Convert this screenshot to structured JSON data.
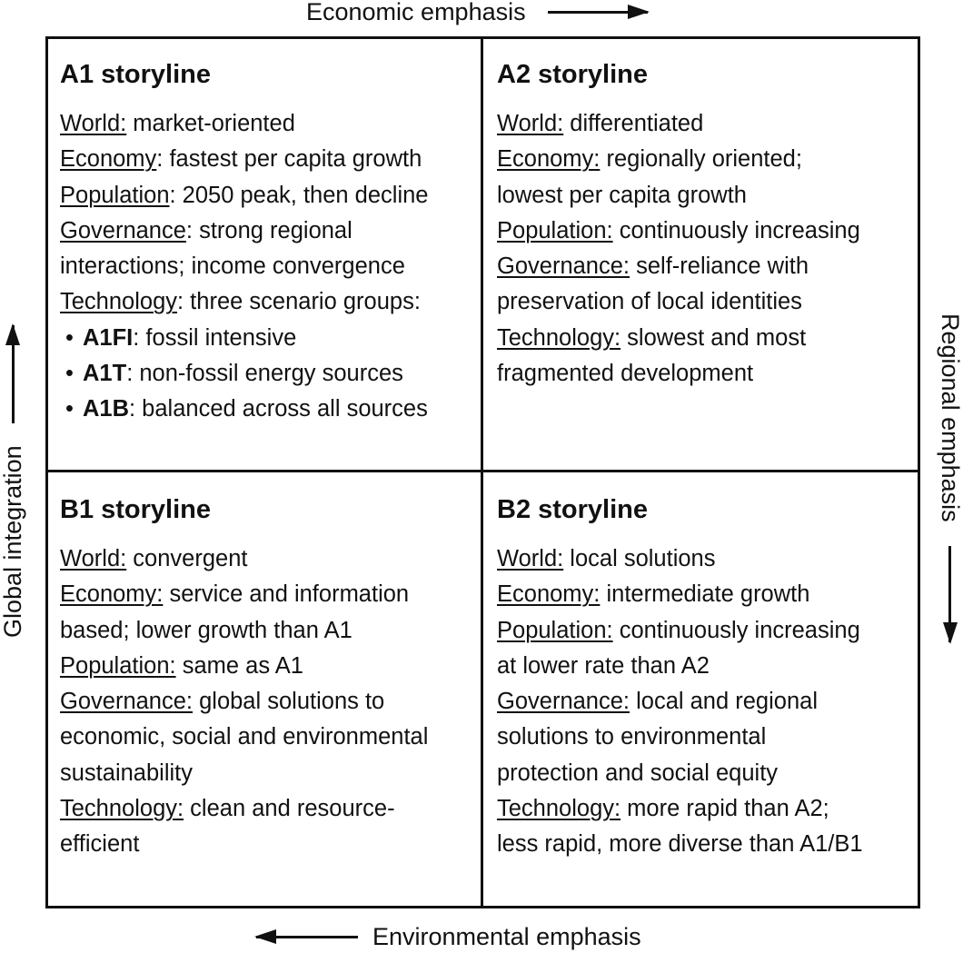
{
  "axes": {
    "top": "Economic emphasis",
    "bottom": "Environmental emphasis",
    "left": "Global integration",
    "right": "Regional emphasis"
  },
  "quadrants": [
    {
      "id": "a1",
      "title": "A1 storyline",
      "lines": [
        {
          "u": "World:",
          "t": " market-oriented"
        },
        {
          "u": "Economy",
          "t": ": fastest per capita growth"
        },
        {
          "u": "Population",
          "t": ": 2050 peak, then decline"
        },
        {
          "u": "Governance",
          "t": ": strong regional"
        },
        {
          "t": "interactions; income convergence"
        },
        {
          "u": "Technology",
          "t": ": three scenario groups:"
        },
        {
          "bullet": "•",
          "b": "A1FI",
          "t": ": fossil intensive"
        },
        {
          "bullet": "•",
          "b": "A1T",
          "t": ": non-fossil energy sources"
        },
        {
          "bullet": "•",
          "b": "A1B",
          "t": ": balanced across all sources"
        }
      ]
    },
    {
      "id": "a2",
      "title": "A2 storyline",
      "lines": [
        {
          "u": "World:",
          "t": " differentiated"
        },
        {
          "u": "Economy:",
          "t": " regionally oriented;"
        },
        {
          "t": "lowest per capita growth"
        },
        {
          "u": "Population:",
          "t": " continuously increasing"
        },
        {
          "u": "Governance:",
          "t": " self-reliance with"
        },
        {
          "t": "preservation of local identities"
        },
        {
          "u": "Technology:",
          "t": " slowest and most"
        },
        {
          "t": "fragmented development"
        }
      ]
    },
    {
      "id": "b1",
      "title": "B1 storyline",
      "lines": [
        {
          "u": "World:",
          "t": " convergent"
        },
        {
          "u": "Economy:",
          "t": " service and information"
        },
        {
          "t": "based; lower growth than A1"
        },
        {
          "u": "Population:",
          "t": " same as A1"
        },
        {
          "u": "Governance:",
          "t": " global solutions to"
        },
        {
          "t": "economic, social and environmental"
        },
        {
          "t": "sustainability"
        },
        {
          "u": "Technology:",
          "t": " clean and resource-"
        },
        {
          "t": "efficient"
        }
      ]
    },
    {
      "id": "b2",
      "title": "B2 storyline",
      "lines": [
        {
          "u": "World:",
          "t": " local solutions"
        },
        {
          "u": "Economy:",
          "t": " intermediate growth"
        },
        {
          "u": "Population:",
          "t": " continuously increasing"
        },
        {
          "t": "at lower rate than A2"
        },
        {
          "u": "Governance:",
          "t": " local and regional"
        },
        {
          "t": "solutions to environmental"
        },
        {
          "t": "protection and social equity"
        },
        {
          "u": "Technology:",
          "t": " more rapid than A2;"
        },
        {
          "t": "less rapid, more diverse than A1/B1"
        }
      ]
    }
  ]
}
